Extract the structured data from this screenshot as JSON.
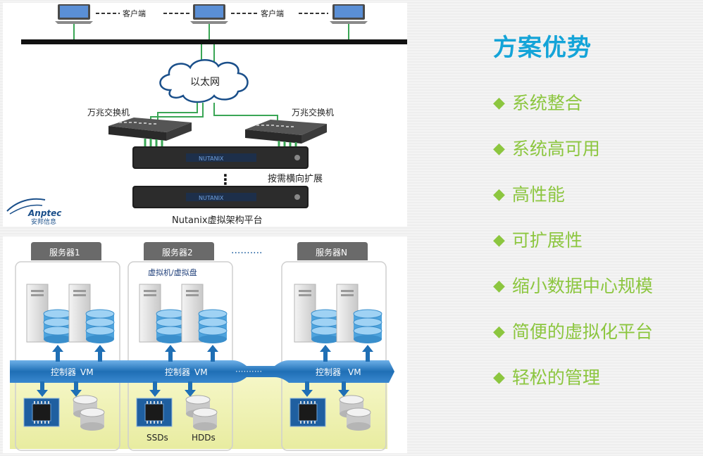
{
  "network": {
    "client_label": "客户端",
    "ethernet_label": "以太网",
    "switch_label": "万兆交换机",
    "scale_out_label": "按需横向扩展",
    "platform_label": "Nutanix虚拟架构平台",
    "nutanix_logo": "NUTANIX",
    "company_logo": "Anptec",
    "company_name": "安邦信息",
    "ellipsis": "⋮"
  },
  "cluster": {
    "servers": [
      {
        "name": "服务器1"
      },
      {
        "name": "服务器2",
        "note": "虚拟机/虚拟盘"
      },
      {
        "name": "服务器N"
      }
    ],
    "controller_label": "控制器",
    "vm_label": "VM",
    "ssd_label": "SSDs",
    "hdd_label": "HDDs",
    "dots": "··········"
  },
  "advantages": {
    "title": "方案优势",
    "bullet": "◆",
    "items": [
      "系统整合",
      "系统高可用",
      "高性能",
      "可扩展性",
      "缩小数据中心规模",
      "简便的虚拟化平台",
      "轻松的管理"
    ]
  },
  "colors": {
    "title": "#14a4d8",
    "bullet_text": "#8cc63f",
    "wire": "#3aa655",
    "band": "#1f6fb5"
  }
}
